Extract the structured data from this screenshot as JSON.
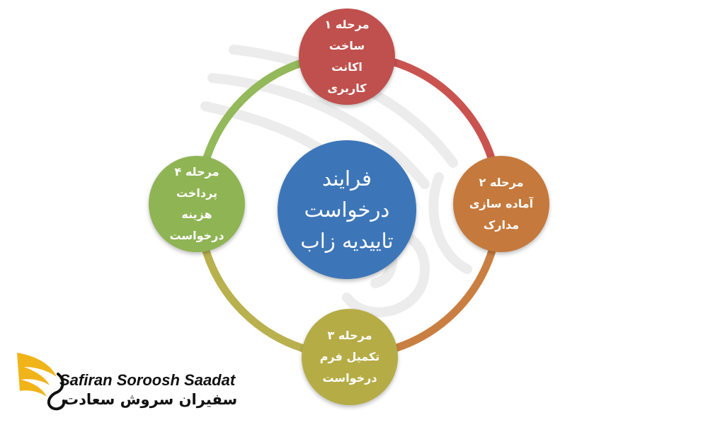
{
  "diagram": {
    "center": {
      "lines": [
        "فرایند",
        "درخواست",
        "تاییدیه زاب"
      ],
      "color": "#3d76b8"
    },
    "steps": [
      {
        "lines": [
          "مرحله ۱",
          "ساخت",
          "اکانت",
          "کاربری"
        ],
        "color": "#c0504d"
      },
      {
        "lines": [
          "مرحله ۲",
          "آماده سازی",
          "مدارک"
        ],
        "color": "#c5793c"
      },
      {
        "lines": [
          "مرحله ۳",
          "تکمیل فرم",
          "درخواست"
        ],
        "color": "#b5ac46"
      },
      {
        "lines": [
          "مرحله ۴",
          "پرداخت",
          "هزینه",
          "درخواست"
        ],
        "color": "#8fb454"
      }
    ],
    "ring_arc_colors": [
      "#c9534f",
      "#c97f42",
      "#b9b04e",
      "#93b95a"
    ]
  },
  "logo": {
    "name_en": "Safiran Soroosh Saadat",
    "name_fa": "سفیران سروش سعادت",
    "colors": {
      "wing": "#f0b419",
      "text": "#111111"
    }
  }
}
